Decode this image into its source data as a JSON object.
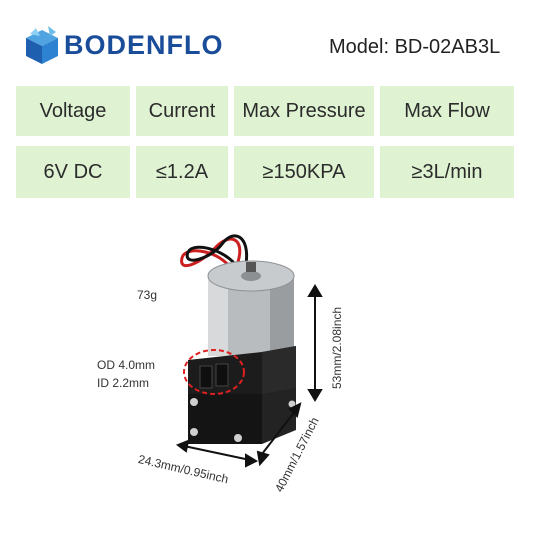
{
  "brand": {
    "name": "BODENFLO",
    "logo_icon": "cube-logo-icon"
  },
  "model": "Model: BD-02AB3L",
  "specs": {
    "headers": [
      "Voltage",
      "Current",
      "Max Pressure",
      "Max Flow"
    ],
    "values": [
      "6V DC",
      "≤1.2A",
      "≥150KPA",
      "≥3L/min"
    ]
  },
  "annotations": {
    "weight": "73g",
    "outer_diameter": "OD 4.0mm",
    "inner_diameter": "ID 2.2mm",
    "height": "53mm/2.08inch",
    "depth": "40mm/1.57inch",
    "width": "24.3mm/0.95inch"
  },
  "colors": {
    "brand_blue": "#1a4d99",
    "cell_green": "#dff3d3",
    "wire_red": "#cc1f1f",
    "highlight_red": "#e02020"
  }
}
